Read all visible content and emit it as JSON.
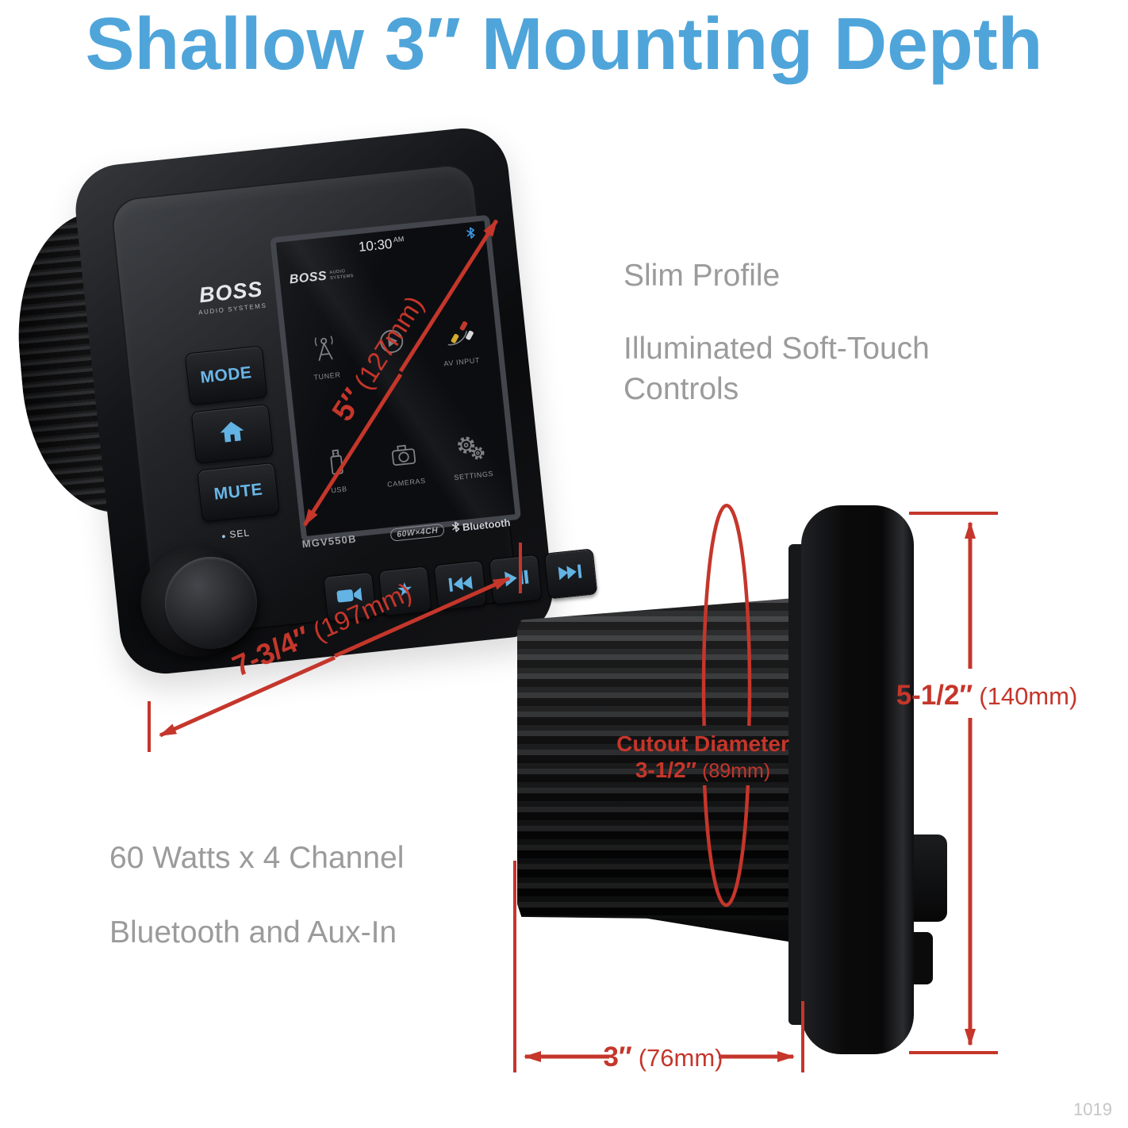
{
  "title": "Shallow 3″ Mounting Depth",
  "features": {
    "slim": "Slim Profile",
    "illuminated": "Illuminated Soft-Touch Controls",
    "power": "60 Watts x 4 Channel",
    "connectivity": "Bluetooth and Aux-In"
  },
  "front_unit": {
    "brand": "BOSS",
    "brand_sub": "AUDIO SYSTEMS",
    "model": "MGV550B",
    "mode_button": "MODE",
    "mute_button": "MUTE",
    "sel_dot": "●",
    "sel_label": "SEL",
    "badge_power": "60W×4CH",
    "badge_bluetooth": "Bluetooth",
    "screen": {
      "clock": "10:30",
      "meridiem": "AM",
      "brand": "BOSS",
      "brand_sub1": "AUDIO",
      "brand_sub2": "SYSTEMS",
      "app_labels": [
        "TUNER",
        "",
        "AV INPUT",
        "USB",
        "CAMERAS",
        "SETTINGS"
      ]
    }
  },
  "dimensions": {
    "diagonal_in": "5″",
    "diagonal_mm": "(127mm)",
    "width_in": "7-3/4″",
    "width_mm": "(197mm)",
    "height_in": "5-1/2″",
    "height_mm": "(140mm)",
    "depth_in": "3″",
    "depth_mm": "(76mm)",
    "cutout_title": "Cutout Diameter",
    "cutout_in": "3-1/2″",
    "cutout_mm": "(89mm)"
  },
  "footer": "1019",
  "icon_names": [
    "bluetooth-icon",
    "home-icon",
    "tuner-icon",
    "play-icon",
    "av-input-icon",
    "usb-icon",
    "camera-icon",
    "settings-gears-icon",
    "video-camera-icon",
    "star-icon",
    "previous-track-icon",
    "play-pause-icon",
    "next-track-icon"
  ],
  "colors": {
    "title_blue": "#4fa5da",
    "control_blue": "#63b3e4",
    "dimension_red": "#c5362b",
    "feature_gray": "#9b9b9b",
    "footer_gray": "#c6c6c6"
  }
}
